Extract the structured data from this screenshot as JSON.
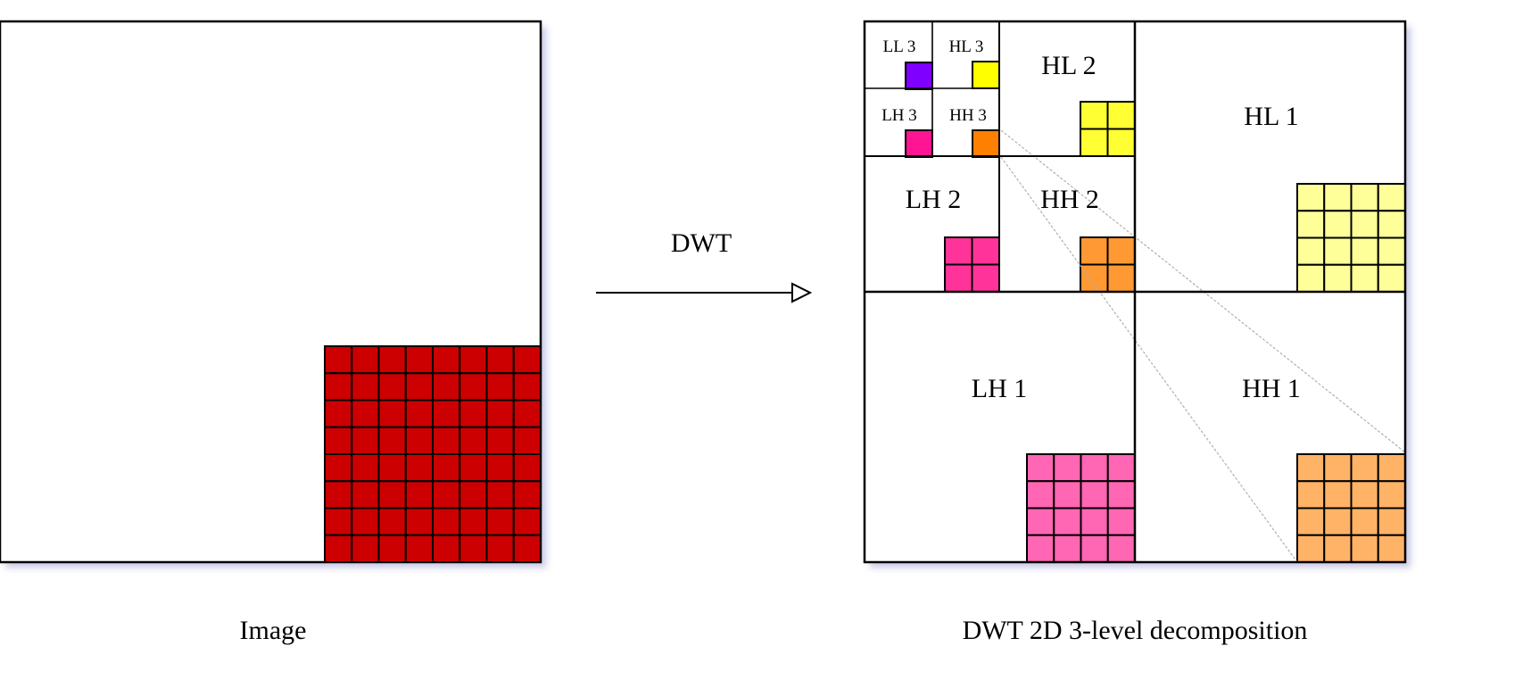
{
  "diagram": {
    "arrow_label": "DWT",
    "left_caption": "Image",
    "right_caption": "DWT 2D 3-level decomposition",
    "subbands": [
      {
        "key": "ll3",
        "label": "LL 3"
      },
      {
        "key": "hl3",
        "label": "HL 3"
      },
      {
        "key": "lh3",
        "label": "LH 3"
      },
      {
        "key": "hh3",
        "label": "HH 3"
      },
      {
        "key": "hl2",
        "label": "HL 2"
      },
      {
        "key": "lh2",
        "label": "LH 2"
      },
      {
        "key": "hh2",
        "label": "HH 2"
      },
      {
        "key": "hl1",
        "label": "HL 1"
      },
      {
        "key": "lh1",
        "label": "LH 1"
      },
      {
        "key": "hh1",
        "label": "HH 1"
      }
    ]
  },
  "colors": {
    "image_block": "#cc0000",
    "ll3": "#8000ff",
    "hl3": "#ffff00",
    "lh3": "#ff1493",
    "hh3": "#ff8000",
    "hl2": "#ffff33",
    "lh2": "#ff3399",
    "hh2": "#ff9933",
    "hl1": "#ffff99",
    "lh1": "#ff66b3",
    "hh1": "#ffb366",
    "shadow": "#c8c8e6",
    "guide_line": "#b0b0b0"
  }
}
